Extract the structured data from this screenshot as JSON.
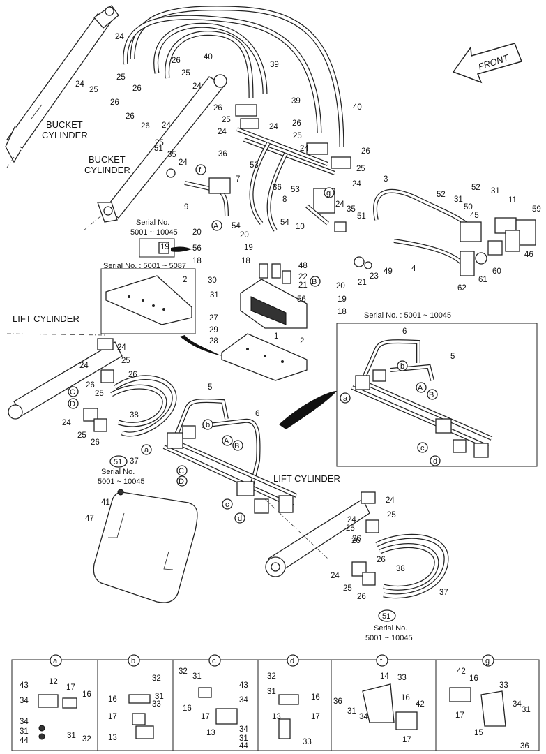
{
  "front_label": "FRONT",
  "titles": {
    "bucket_cyl_1a": "BUCKET",
    "bucket_cyl_1b": "CYLINDER",
    "bucket_cyl_2a": "BUCKET",
    "bucket_cyl_2b": "CYLINDER",
    "lift_cyl_left": "LIFT CYLINDER",
    "lift_cyl_right": "LIFT CYLINDER"
  },
  "serials": {
    "serial_no": "Serial No.",
    "range_a": "5001 ~ 10045",
    "range_b": "Serial No. : 5001 ~ 5087",
    "range_c": "Serial No. : 5001 ~ 10045",
    "range_d": "5001 ~ 10045",
    "serial_no_2": "Serial No.",
    "range_e": "5001 ~ 10045"
  },
  "callouts": {
    "A1": "A",
    "B1": "B",
    "a": "a",
    "b": "b",
    "c": "c",
    "d": "d",
    "f": "f",
    "g": "g",
    "C": "C",
    "D": "D",
    "A2": "A",
    "B2": "B",
    "A3": "A",
    "B3": "B",
    "C2": "C",
    "D2": "D",
    "a2": "a",
    "b2": "b",
    "c2": "c",
    "d2": "d",
    "n51a": "51",
    "n51b": "51"
  },
  "detail_panels": [
    {
      "key": "a",
      "parts": [
        "43",
        "12",
        "34",
        "17",
        "16",
        "34",
        "31",
        "44",
        "31",
        "32"
      ]
    },
    {
      "key": "b",
      "parts": [
        "32",
        "31",
        "16",
        "33",
        "17",
        "13"
      ]
    },
    {
      "key": "c",
      "parts": [
        "32",
        "31",
        "16",
        "17",
        "43",
        "34",
        "13",
        "34",
        "31",
        "44"
      ]
    },
    {
      "key": "d",
      "parts": [
        "32",
        "31",
        "16",
        "13",
        "17",
        "33"
      ]
    },
    {
      "key": "f",
      "parts": [
        "14",
        "33",
        "36",
        "31",
        "34",
        "16",
        "42",
        "17"
      ]
    },
    {
      "key": "g",
      "parts": [
        "42",
        "16",
        "33",
        "17",
        "34",
        "31",
        "15",
        "36"
      ]
    }
  ],
  "labels": [
    {
      "t": "24"
    },
    {
      "t": "25"
    },
    {
      "t": "26"
    },
    {
      "t": "24"
    },
    {
      "t": "25"
    },
    {
      "t": "26"
    },
    {
      "t": "26"
    },
    {
      "t": "25"
    },
    {
      "t": "24"
    },
    {
      "t": "40"
    },
    {
      "t": "39"
    },
    {
      "t": "26"
    },
    {
      "t": "25"
    },
    {
      "t": "24"
    },
    {
      "t": "26"
    },
    {
      "t": "26"
    },
    {
      "t": "25"
    },
    {
      "t": "39"
    },
    {
      "t": "40"
    },
    {
      "t": "24"
    },
    {
      "t": "24"
    },
    {
      "t": "26"
    },
    {
      "t": "25"
    },
    {
      "t": "36"
    },
    {
      "t": "53"
    },
    {
      "t": "24"
    },
    {
      "t": "26"
    },
    {
      "t": "25"
    },
    {
      "t": "24"
    },
    {
      "t": "51"
    },
    {
      "t": "35"
    },
    {
      "t": "24"
    },
    {
      "t": "9"
    },
    {
      "t": "7"
    },
    {
      "t": "36"
    },
    {
      "t": "53"
    },
    {
      "t": "8"
    },
    {
      "t": "3"
    },
    {
      "t": "52"
    },
    {
      "t": "31"
    },
    {
      "t": "52"
    },
    {
      "t": "31"
    },
    {
      "t": "11"
    },
    {
      "t": "59"
    },
    {
      "t": "50"
    },
    {
      "t": "45"
    },
    {
      "t": "24"
    },
    {
      "t": "35"
    },
    {
      "t": "51"
    },
    {
      "t": "10"
    },
    {
      "t": "54"
    },
    {
      "t": "54"
    },
    {
      "t": "20"
    },
    {
      "t": "20"
    },
    {
      "t": "19"
    },
    {
      "t": "56"
    },
    {
      "t": "18"
    },
    {
      "t": "18"
    },
    {
      "t": "19"
    },
    {
      "t": "48"
    },
    {
      "t": "22"
    },
    {
      "t": "21"
    },
    {
      "t": "21"
    },
    {
      "t": "23"
    },
    {
      "t": "49"
    },
    {
      "t": "4"
    },
    {
      "t": "46"
    },
    {
      "t": "60"
    },
    {
      "t": "61"
    },
    {
      "t": "62"
    },
    {
      "t": "30"
    },
    {
      "t": "31"
    },
    {
      "t": "20"
    },
    {
      "t": "19"
    },
    {
      "t": "56"
    },
    {
      "t": "18"
    },
    {
      "t": "2"
    },
    {
      "t": "27"
    },
    {
      "t": "29"
    },
    {
      "t": "28"
    },
    {
      "t": "1"
    },
    {
      "t": "2"
    },
    {
      "t": "6"
    },
    {
      "t": "5"
    },
    {
      "t": "24"
    },
    {
      "t": "24"
    },
    {
      "t": "25"
    },
    {
      "t": "26"
    },
    {
      "t": "26"
    },
    {
      "t": "25"
    },
    {
      "t": "24"
    },
    {
      "t": "25"
    },
    {
      "t": "26"
    },
    {
      "t": "38"
    },
    {
      "t": "37"
    },
    {
      "t": "5"
    },
    {
      "t": "6"
    },
    {
      "t": "41"
    },
    {
      "t": "47"
    },
    {
      "t": "24"
    },
    {
      "t": "24"
    },
    {
      "t": "25"
    },
    {
      "t": "25"
    },
    {
      "t": "26"
    },
    {
      "t": "26"
    },
    {
      "t": "24"
    },
    {
      "t": "25"
    },
    {
      "t": "26"
    },
    {
      "t": "38"
    },
    {
      "t": "37"
    },
    {
      "t": "26"
    }
  ]
}
